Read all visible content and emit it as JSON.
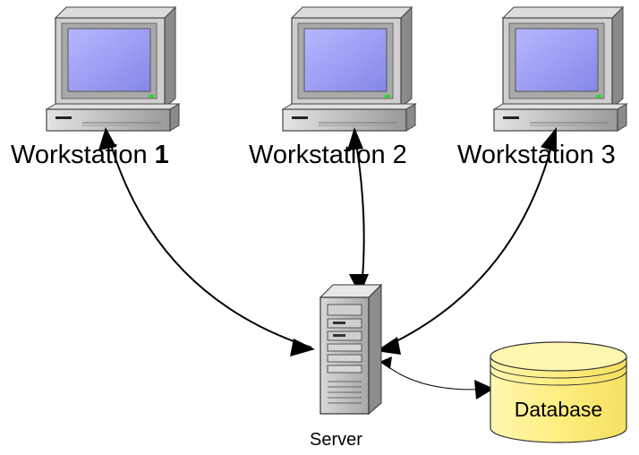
{
  "nodes": {
    "workstation_1": {
      "label": "Workstation ",
      "label_bold": "1"
    },
    "workstation_2": {
      "label": "Workstation 2"
    },
    "workstation_3": {
      "label": "Workstation 3"
    },
    "server": {
      "label": "Server"
    },
    "database": {
      "label": "Database"
    }
  },
  "edges": [
    {
      "from": "workstation_1",
      "to": "server",
      "direction": "both"
    },
    {
      "from": "workstation_2",
      "to": "server",
      "direction": "both"
    },
    {
      "from": "workstation_3",
      "to": "server",
      "direction": "both"
    },
    {
      "from": "server",
      "to": "database",
      "direction": "both"
    }
  ],
  "colors": {
    "screen_blue": "#9c9cf2",
    "case_gray": "#c8c8c8",
    "database_yellow": "#fff3a0",
    "line_black": "#000000"
  },
  "icons": {
    "workstation": "desktop-computer-icon",
    "server": "server-tower-icon",
    "database": "database-cylinder-icon"
  }
}
